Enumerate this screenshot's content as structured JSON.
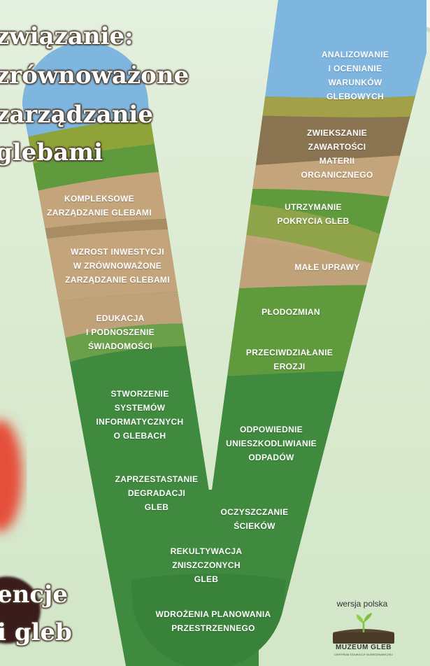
{
  "title_lines": [
    "związanie:",
    "zrównoważone",
    "zarządzanie",
    "glebami"
  ],
  "left_arm_steps": [
    "Kompleksowe\nzarządzanie glebami",
    "Wzrost inwestycji\nw zrównoważone\nzarządzanie glebami",
    "Edukacja\ni podnoszenie\nświadomości",
    "Stworzenie\nsystemów\ninformatycznych\no glebach",
    "Zaprzestastanie\ndegradacji\ngleb",
    "Rekultywacja\nzniszczonych\ngleb",
    "Wdrożenia planowania\nprzestrzennego"
  ],
  "right_arm_steps": [
    "Analizowanie\ni ocenianie warunków\nglebowych",
    "Zwiekszanie\nzawartości materii\norganicznego",
    "Utrzymanie\npokrycia gleb",
    "Małe uprawy",
    "Płodozmian",
    "Przeciwdziałanie\nerozji",
    "Odpowiednie\nunieszkodliwianie\nodpadów",
    "Oczyszczanie\nścieków"
  ],
  "footer_title_lines": [
    "encje",
    "i gleb"
  ],
  "version_label": "wersja polska",
  "logo": {
    "name": "MUZEUM GLEB",
    "subtitle": "CENTRUM EDUKACJI GLEBOZNAWCZEJ",
    "icon": "sprout-icon"
  },
  "colors": {
    "sky_blue": "#7fb6e0",
    "olive": "#8ea338",
    "brown": "#8a7350",
    "tan": "#c4a47b",
    "mid_green": "#5f9a3c",
    "dark_green": "#3f8a3e",
    "title_outline": "#4b3a2a"
  }
}
